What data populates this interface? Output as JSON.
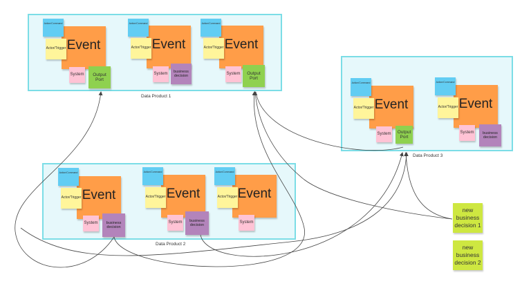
{
  "labels": {
    "event": "Event",
    "actor": "Actor/Trigger",
    "command": "Action/Command",
    "system": "System",
    "output_port": "Output Port",
    "business_decision": "business decision"
  },
  "products": [
    {
      "name": "Data Product 1"
    },
    {
      "name": "Data Product 2"
    },
    {
      "name": "Data Product 3"
    }
  ],
  "notes": [
    {
      "text": "new business decision 1"
    },
    {
      "text": "new business decision 2"
    }
  ],
  "colors": {
    "event": "#ff9d48",
    "actor": "#fff59b",
    "command": "#62cdf3",
    "system": "#ffc3d5",
    "output_port": "#8fd14f",
    "business_decision": "#b384bb",
    "note": "#cee741",
    "frame_border": "#7bdde6",
    "frame_fill": "#e6f8fb"
  }
}
